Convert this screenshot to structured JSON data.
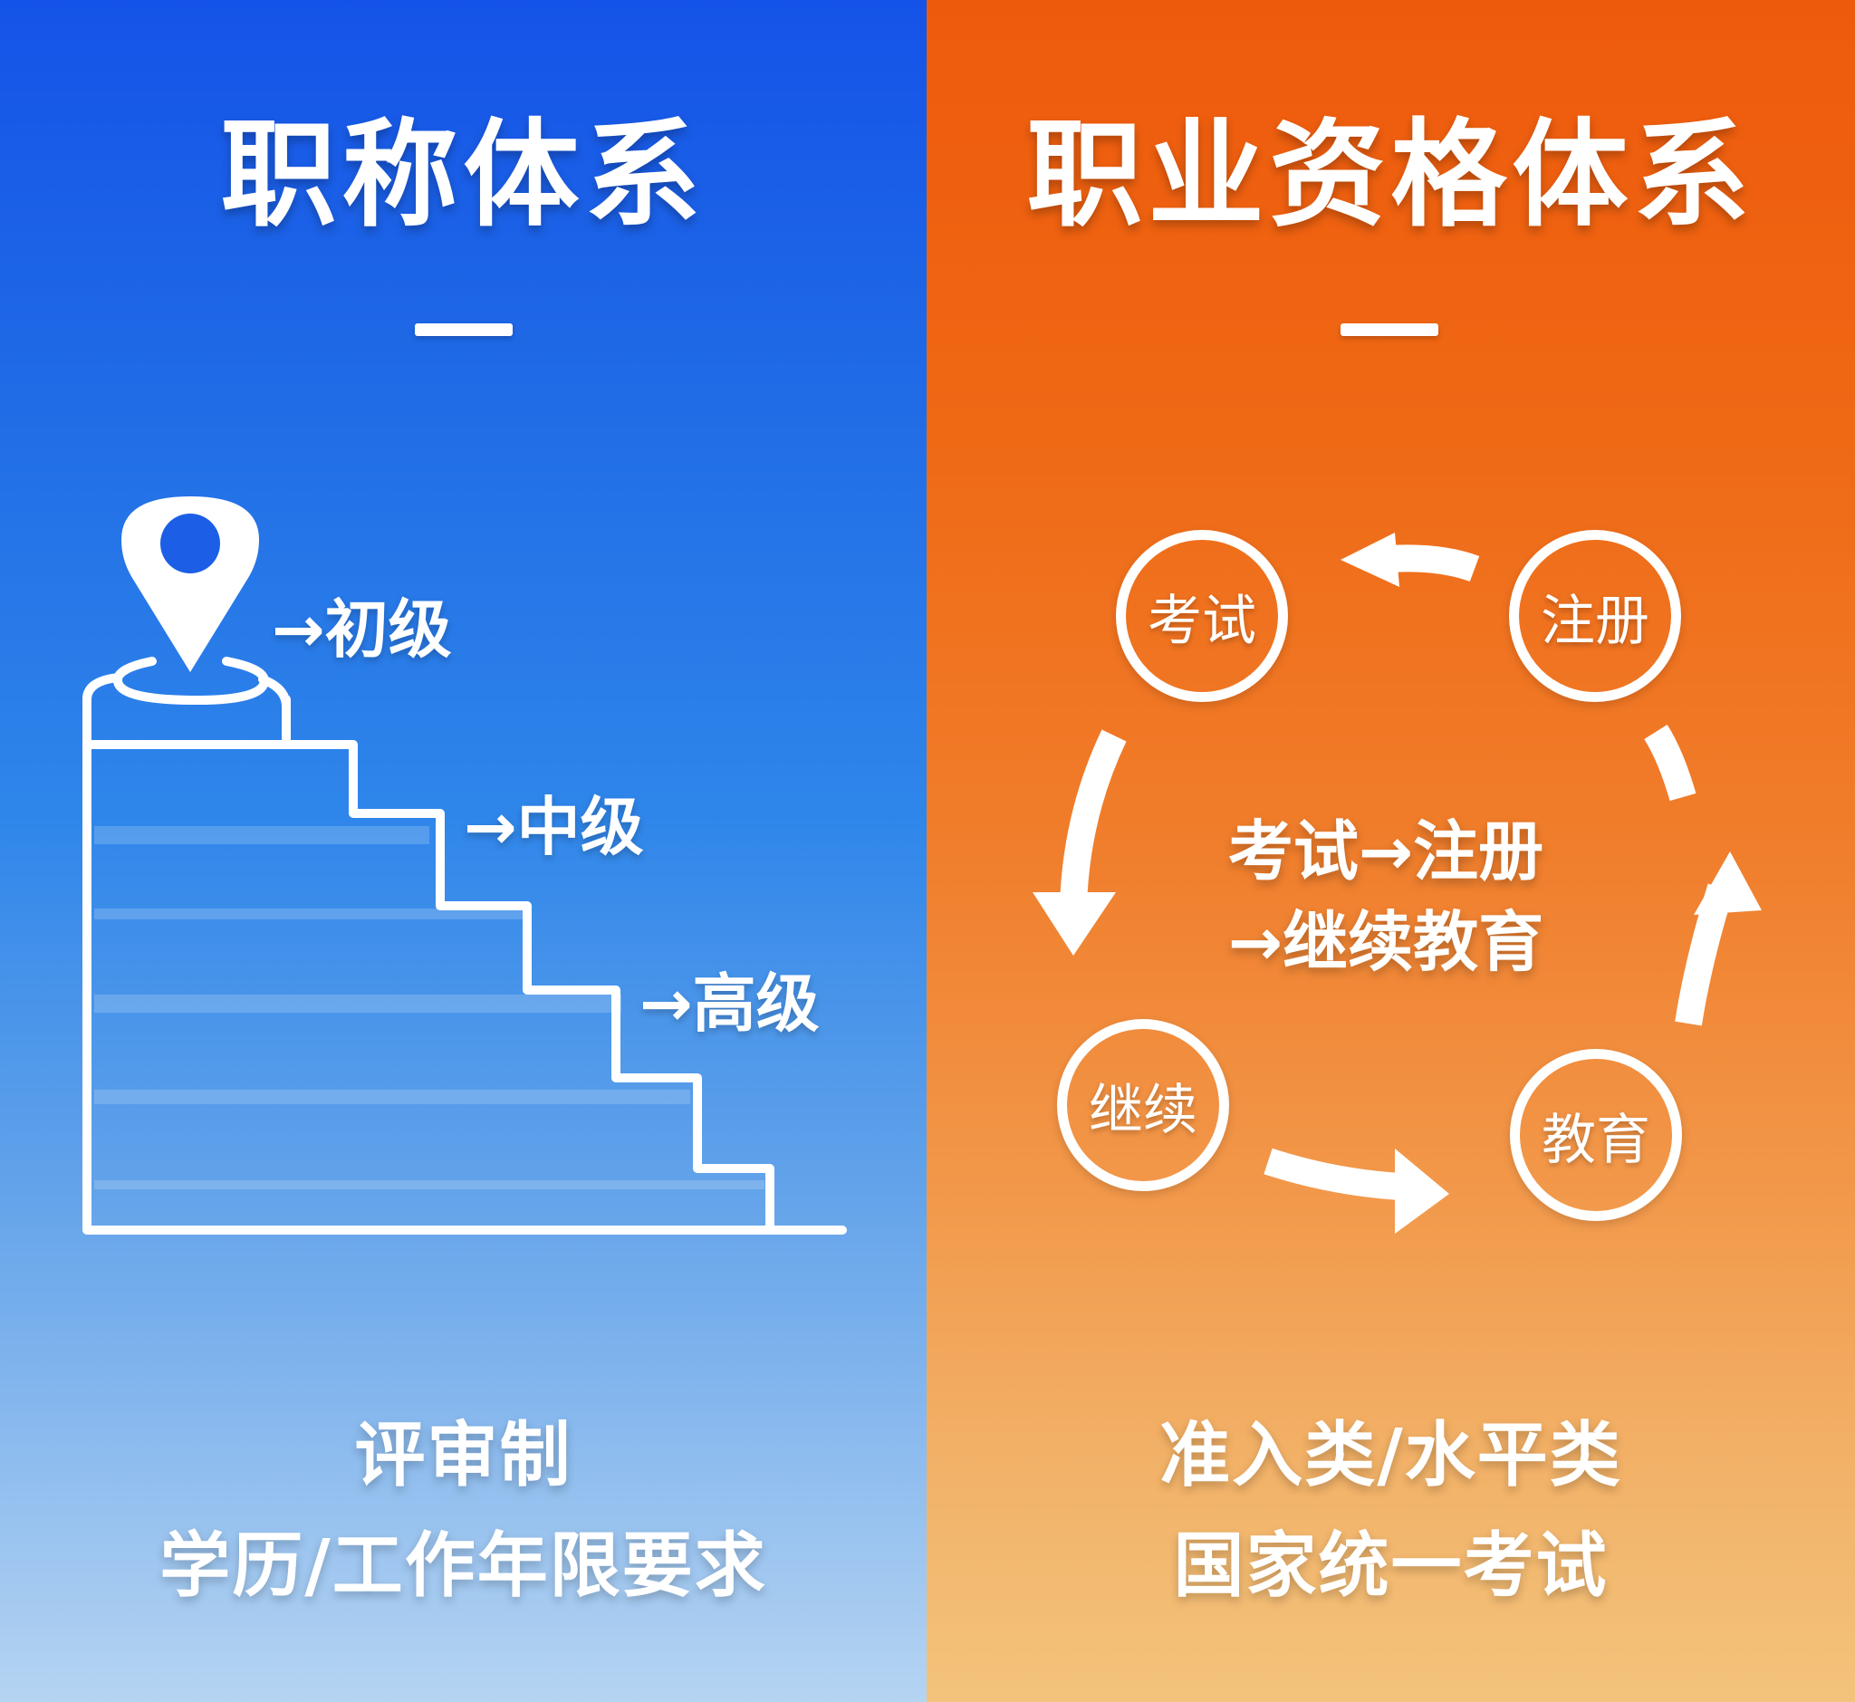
{
  "left_panel": {
    "title": "职称体系",
    "accent_color": "#1553e8",
    "icon": "map-pin-icon",
    "levels": [
      {
        "label": "→初级"
      },
      {
        "label": "→中级"
      },
      {
        "label": "→高级"
      }
    ],
    "bottom": {
      "line1": "评审制",
      "line2": "学历/工作年限要求"
    }
  },
  "right_panel": {
    "title": "职业资格体系",
    "accent_color": "#ee5a0c",
    "cycle": {
      "nodes": [
        {
          "label": "考试"
        },
        {
          "label": "注册"
        },
        {
          "label": "继续"
        },
        {
          "label": "教育"
        }
      ],
      "center": {
        "line1": "考试→注册",
        "line2": "→继续教育"
      }
    },
    "bottom": {
      "line1": "准入类/水平类",
      "line2": "国家统一考试"
    }
  }
}
